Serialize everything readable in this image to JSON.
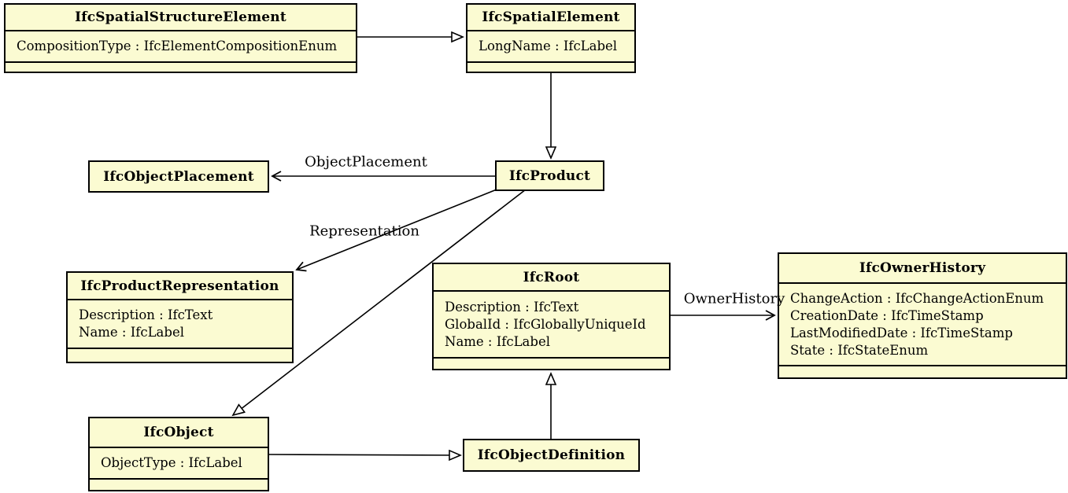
{
  "diagram": {
    "kind": "uml-class-diagram",
    "subject": "IFC product and root entity relationships"
  },
  "colors": {
    "background": "#ffffff",
    "node_fill": "#FBFBD2",
    "node_border": "#000000",
    "edge": "#000000",
    "text": "#000000"
  },
  "classes": [
    {
      "name": "IfcSpatialStructureElement",
      "attributes": [
        "CompositionType : IfcElementCompositionEnum"
      ]
    },
    {
      "name": "IfcSpatialElement",
      "attributes": [
        "LongName : IfcLabel"
      ]
    },
    {
      "name": "IfcObjectPlacement",
      "attributes": []
    },
    {
      "name": "IfcProduct",
      "attributes": []
    },
    {
      "name": "IfcProductRepresentation",
      "attributes": [
        "Description : IfcText",
        "Name : IfcLabel"
      ]
    },
    {
      "name": "IfcRoot",
      "attributes": [
        "Description : IfcText",
        "GlobalId : IfcGloballyUniqueId",
        "Name : IfcLabel"
      ]
    },
    {
      "name": "IfcOwnerHistory",
      "attributes": [
        "ChangeAction : IfcChangeActionEnum",
        "CreationDate : IfcTimeStamp",
        "LastModifiedDate : IfcTimeStamp",
        "State : IfcStateEnum"
      ]
    },
    {
      "name": "IfcObject",
      "attributes": [
        "ObjectType : IfcLabel"
      ]
    },
    {
      "name": "IfcObjectDefinition",
      "attributes": []
    }
  ],
  "relationships": [
    {
      "from": "IfcSpatialStructureElement",
      "to": "IfcSpatialElement",
      "type": "generalization",
      "label": ""
    },
    {
      "from": "IfcSpatialElement",
      "to": "IfcProduct",
      "type": "generalization",
      "label": ""
    },
    {
      "from": "IfcProduct",
      "to": "IfcObjectPlacement",
      "type": "association",
      "label": "ObjectPlacement"
    },
    {
      "from": "IfcProduct",
      "to": "IfcProductRepresentation",
      "type": "association",
      "label": "Representation"
    },
    {
      "from": "IfcProduct",
      "to": "IfcObject",
      "type": "generalization",
      "label": ""
    },
    {
      "from": "IfcRoot",
      "to": "IfcOwnerHistory",
      "type": "association",
      "label": "OwnerHistory"
    },
    {
      "from": "IfcObjectDefinition",
      "to": "IfcRoot",
      "type": "generalization",
      "label": ""
    },
    {
      "from": "IfcObject",
      "to": "IfcObjectDefinition",
      "type": "generalization",
      "label": ""
    }
  ]
}
